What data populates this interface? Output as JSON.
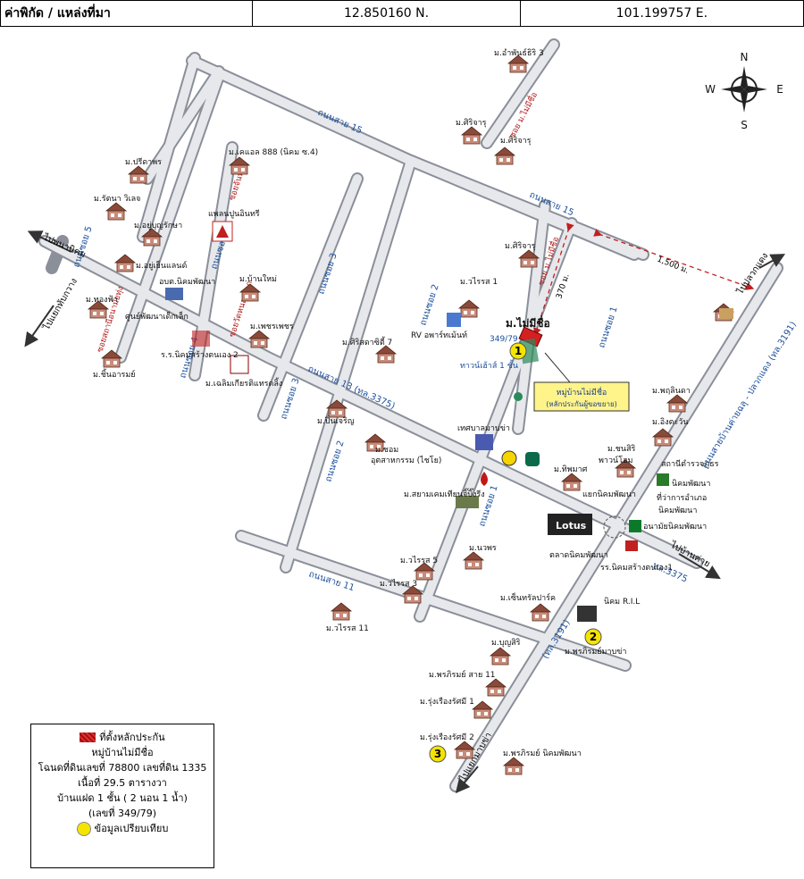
{
  "header": {
    "label": "ค่าพิกัด / แหล่งที่มา",
    "latitude": "12.850160 N.",
    "longitude": "101.199757 E."
  },
  "compass": {
    "n": "N",
    "s": "S",
    "e": "E",
    "w": "W"
  },
  "roads": {
    "sai15_top": "ถนนสาย 15",
    "sai15": "ถนนสาย 15",
    "sai13": "ถนนสาย 13 (ทล.3375)",
    "sai11": "ถนนสาย 11",
    "soi5": "ถนนซอย 5",
    "soi4": "ถนนซอย 4",
    "soi4b": "ถนนซอย 4",
    "soi3": "ถนนซอย 3",
    "soi3b": "ถนนซอย 3",
    "soi2": "ถนนซอย 2",
    "soi2b": "ถนนซอย 2",
    "soi1": "ถนนซอย 1",
    "soi1b": "ถนนซอย 1",
    "main": "ถนนสายบ้านค่ายฉลุ - ปลวกแดง (ทล.3191)",
    "tl3191": "(ทล.3191)",
    "tl3375": "ทล.3375",
    "to_phanat": "ไปพนานิคม",
    "to_thap": "ไปแยกทับกวาง",
    "to_pluak": "ไปปลวกแดง",
    "to_bankhai": "ไปบ้านค่าย",
    "to_yaek": "ไปแยกมาบข่า",
    "soi_lek": "ซอยสถานีอนามัยทุ่ง",
    "soi_sai": "ซอย ม.ไม่มีชื่อ",
    "soi_a": "ซอย ม.ไม่มีชื่อ",
    "soi_b": "ซอยจันทร์",
    "soi_c": "ซอยวัดหนองจาก",
    "dist_1500": "1,500 ม.",
    "dist_370": "370 ม."
  },
  "places": {
    "ampan": "ม.อำพันธ์ธิริ 3",
    "sirijaru1": "ม.ศิริจารุ",
    "sirijaru2": "ม.ศิริจารุ",
    "sirijaru3": "ม.ศิริจารุ",
    "pritaporn": "ม.ปรีดาพร",
    "rattana": "ม.รัตนา วิเลจ",
    "youboon": "ม.อยู่บุญรักษา",
    "youen": "ม.อยู่เย็นแลนด์",
    "khaolap": "ม.เคแอล 888 (นิคม ซ.4)",
    "phaipun": "แพลนปูนอินทรี",
    "banmai": "ม.บ้านใหม่",
    "abt": "อบต.นิคมพัฒนา",
    "thongfa": "ม.ทองฟ้า",
    "sunpat": "ศูนย์พัฒนาเด็กเล็ก",
    "school2": "ร.ร.นิคมสร้างตนเอง 2",
    "chinwaro": "ม.ชิ้นอารมย์",
    "chaliam": "ม.เฉลิมเกียรติแทรดลิ้ง",
    "phetcharat": "ม.เพชรเพชร",
    "vararot1": "ม.วไรรส 1",
    "siri7": "ม.ศิริสดาซิตี้ 7",
    "rv": "RV อพาร์ทเม้นท์",
    "maimeechue": "ม.ไม่มีชื่อ",
    "num349": "349/79",
    "pawn": "ทาวน์เฮ้าส์ 1 ชั้น",
    "callout1": "หมู่บ้านไม่มีชื่อ",
    "callout2": "(หลักประกันผู้ขอขยาย)",
    "pinjaroen": "ม.ปิ่นเจริญ",
    "chom": "ม.ชอม",
    "udom": "อุตสาหกรรม (ไชโย)",
    "thesaban": "เทศบาลมาบข่า",
    "siam": "ม.สยามเคมเทียนจิ๊บิ๊งรีง",
    "thiphamat": "ม.ทิพมาศ",
    "chanasiri": "ม.ชนสิริ",
    "phanuwat": "พาวน์โฮม",
    "ing": "ม.อิงตะวัน",
    "phalina": "ม.พฤลินดา",
    "yaeknikom": "แยกนิคมพัฒนา",
    "police": "สถานีตำรวจภูธร",
    "police2": "นิคมพัฒนา",
    "amphoe": "ที่ว่าการอำเภอ",
    "amphoe2": "นิคมพัฒนา",
    "hospital": "อนามัยนิคมพัฒนา",
    "lotus": "Lotus",
    "talad": "ตลาดนิคมพัฒนา",
    "school_nikom": "รร.นิคมสร้างตนเอง1",
    "vararot5": "ม.วไรรส 5",
    "naphon": "ม.นวพร",
    "vararot3": "ม.วไรรส 3",
    "vararot11": "ม.วไรรส 11",
    "chain": "ม.เซ็นทรัลปาร์ค",
    "ril": "นิคม R.I.L",
    "boonsiri": "ม.บุญสิริ",
    "phrompak": "ม.พรภิรมย์มาบข่า",
    "phrom11": "ม.พรภิรมย์ สาย 11",
    "rung1": "ม.รุ่งเรืองรัศมี 1",
    "rung2": "ม.รุ่งเรืองรัศมี 2",
    "phrom_nikom": "ม.พรภิรมย์ นิคมพัฒนา",
    "n1": "1",
    "n2": "2",
    "n3": "3"
  },
  "legend": {
    "l1": "ที่ตั้งหลักประกัน",
    "l2": "หมู่บ้านไม่มีชื่อ",
    "l3": "โฉนดที่ดินเลขที่ 78800 เลขที่ดิน 1335",
    "l4": "เนื้อที่ 29.5 ตารางวา",
    "l5": "บ้านแฝด 1 ชั้น ( 2 นอน 1 น้ำ)",
    "l6": "(เลขที่ 349/79)",
    "l7": "ข้อมูลเปรียบเทียบ"
  },
  "colors": {
    "road_fill": "#e6e8ec",
    "road_edge": "#8a8f99",
    "road_label": "#1a4f9c",
    "red": "#d42020",
    "yellow": "#f5e400"
  }
}
